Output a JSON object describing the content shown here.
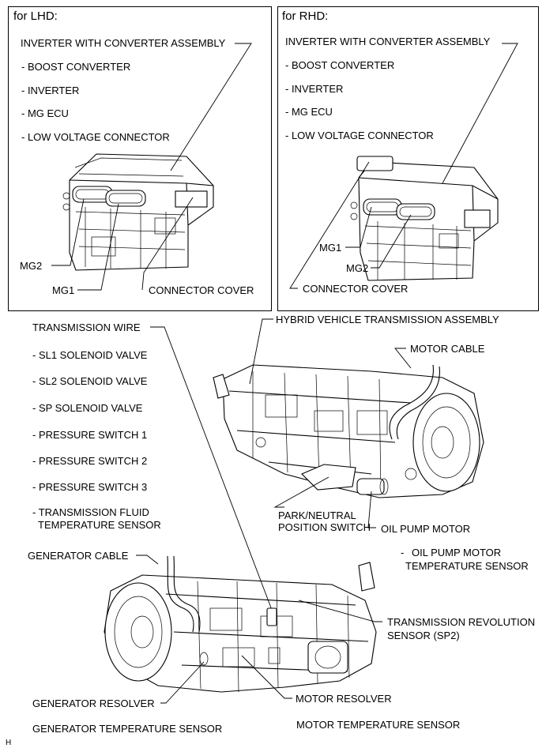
{
  "lhd": {
    "title": "for LHD:",
    "assembly": "INVERTER WITH CONVERTER ASSEMBLY",
    "items": [
      "- BOOST CONVERTER",
      "- INVERTER",
      "- MG ECU",
      "- LOW VOLTAGE CONNECTOR"
    ],
    "mg2": "MG2",
    "mg1": "MG1",
    "connector_cover": "CONNECTOR COVER"
  },
  "rhd": {
    "title": "for RHD:",
    "assembly": "INVERTER WITH CONVERTER ASSEMBLY",
    "items": [
      "- BOOST CONVERTER",
      "- INVERTER",
      "- MG ECU",
      "- LOW VOLTAGE CONNECTOR"
    ],
    "mg1": "MG1",
    "mg2": "MG2",
    "connector_cover": "CONNECTOR COVER"
  },
  "transmission": {
    "wire": "TRANSMISSION WIRE",
    "wire_items": [
      "- SL1 SOLENOID VALVE",
      "- SL2 SOLENOID VALVE",
      "- SP SOLENOID VALVE",
      "- PRESSURE SWITCH 1",
      "- PRESSURE SWITCH 2",
      "- PRESSURE SWITCH 3",
      "- TRANSMISSION FLUID",
      "TEMPERATURE SENSOR"
    ],
    "assembly": "HYBRID VEHICLE TRANSMISSION ASSEMBLY",
    "motor_cable": "MOTOR CABLE",
    "park_neutral_1": "PARK/NEUTRAL",
    "park_neutral_2": "POSITION SWITCH",
    "oil_pump_motor": "OIL PUMP MOTOR",
    "oil_pump_temp_dash": "-",
    "oil_pump_temp_1": "OIL PUMP MOTOR",
    "oil_pump_temp_2": "TEMPERATURE SENSOR",
    "generator_cable": "GENERATOR CABLE",
    "revolution_1": "TRANSMISSION REVOLUTION",
    "revolution_2": "SENSOR (SP2)",
    "generator_resolver": "GENERATOR RESOLVER",
    "motor_resolver": "MOTOR RESOLVER",
    "generator_temp": "GENERATOR TEMPERATURE SENSOR",
    "motor_temp": "MOTOR TEMPERATURE SENSOR"
  },
  "footer_mark": "H"
}
